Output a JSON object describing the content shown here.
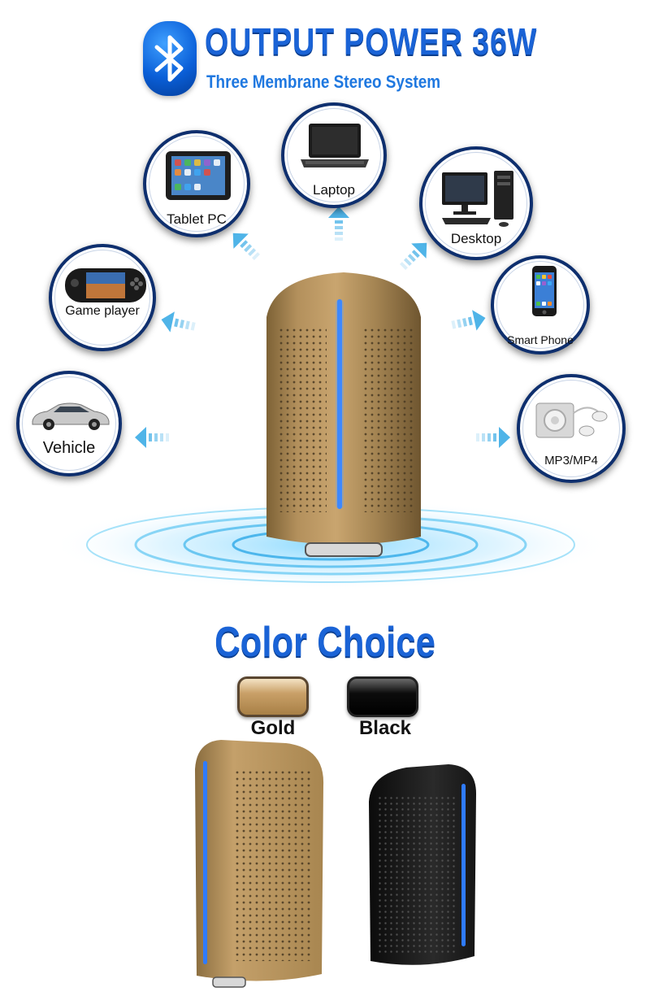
{
  "header": {
    "title": "OUTPUT POWER  36W",
    "subtitle": "Three Membrane Stereo System",
    "badge_icon": "bluetooth-icon"
  },
  "devices": {
    "laptop": {
      "label": "Laptop",
      "icon": "laptop-icon"
    },
    "tablet": {
      "label": "Tablet PC",
      "icon": "tablet-icon"
    },
    "desktop": {
      "label": "Desktop",
      "icon": "desktop-computer-icon"
    },
    "game": {
      "label": "Game player",
      "icon": "handheld-game-console-icon"
    },
    "phone": {
      "label": "Smart Phone",
      "icon": "smartphone-icon"
    },
    "vehicle": {
      "label": "Vehicle",
      "icon": "car-icon"
    },
    "mp3": {
      "label": "MP3/MP4",
      "icon": "mp3-player-icon"
    }
  },
  "color_choice": {
    "title": "Color Choice",
    "options": [
      {
        "label": "Gold",
        "color": "#b99460"
      },
      {
        "label": "Black",
        "color": "#111111"
      }
    ]
  },
  "colors": {
    "accent_blue": "#1a63d6",
    "bubble_border": "#0e2f6e",
    "arrow_blue": "#4fb4e8",
    "led_blue": "#2f7bff"
  }
}
